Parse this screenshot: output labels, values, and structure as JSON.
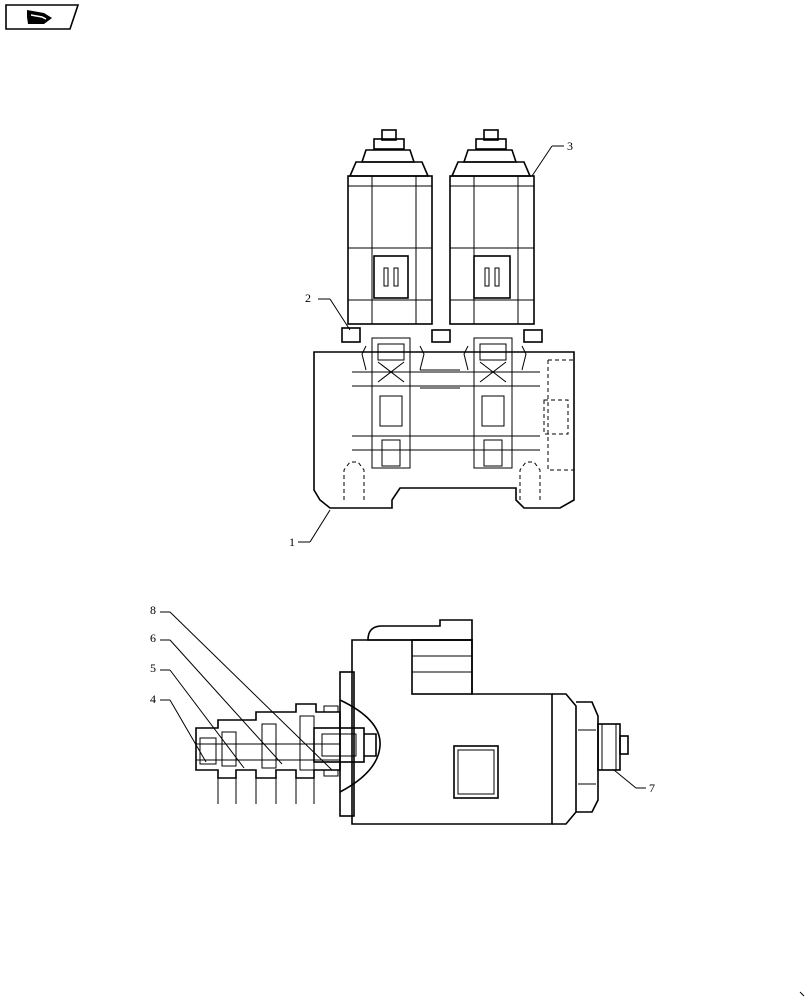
{
  "nav": {
    "icon": "next-page-arrow-icon"
  },
  "callouts": [
    {
      "id": "c1",
      "label": "1"
    },
    {
      "id": "c2",
      "label": "2"
    },
    {
      "id": "c3",
      "label": "3"
    },
    {
      "id": "c4",
      "label": "4"
    },
    {
      "id": "c5",
      "label": "5"
    },
    {
      "id": "c6",
      "label": "6"
    },
    {
      "id": "c7",
      "label": "7"
    },
    {
      "id": "c8",
      "label": "8"
    }
  ]
}
